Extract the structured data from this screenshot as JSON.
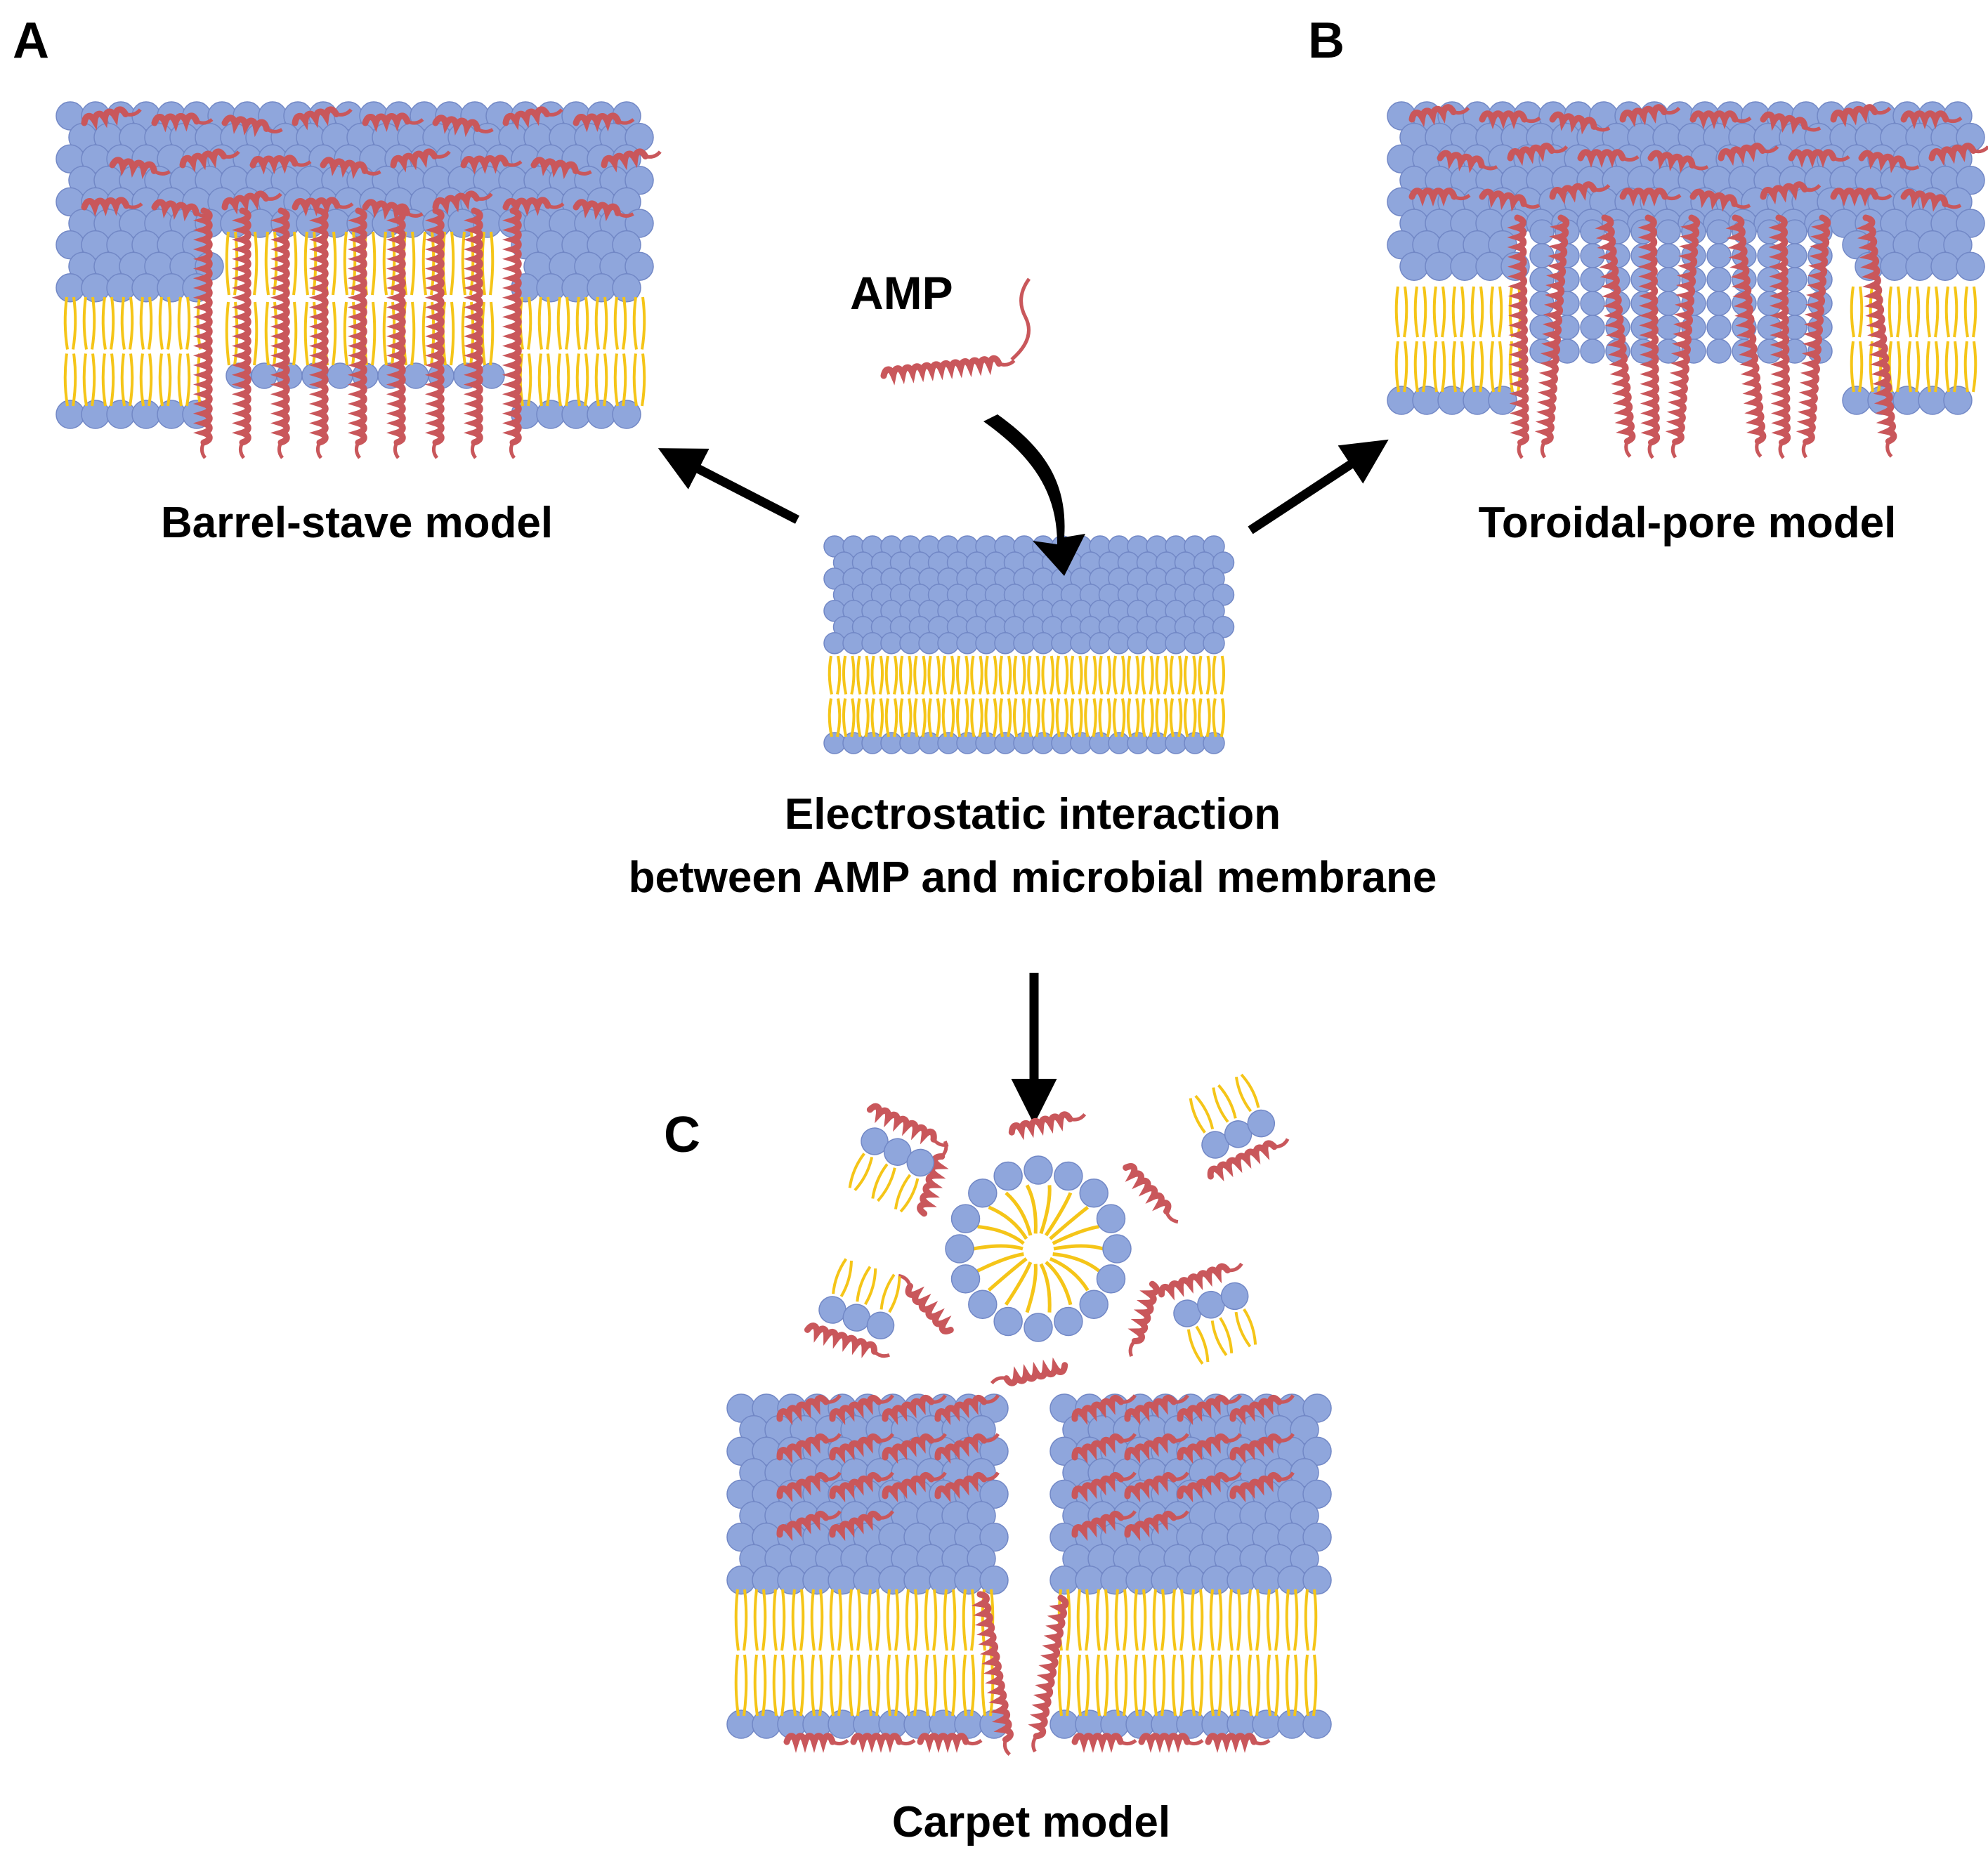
{
  "panels": {
    "a": "A",
    "b": "B",
    "c": "C"
  },
  "labels": {
    "amp": "AMP",
    "barrel_stave": "Barrel-stave model",
    "toroidal_pore": "Toroidal-pore model",
    "electrostatic_line1": "Electrostatic interaction",
    "electrostatic_line2": "between AMP and microbial membrane",
    "carpet": "Carpet model"
  },
  "colors": {
    "lipid_head": "#8fa6dc",
    "lipid_head_edge": "#7288c6",
    "lipid_tail": "#f5c518",
    "peptide": "#c9575b",
    "arrow": "#000000"
  }
}
